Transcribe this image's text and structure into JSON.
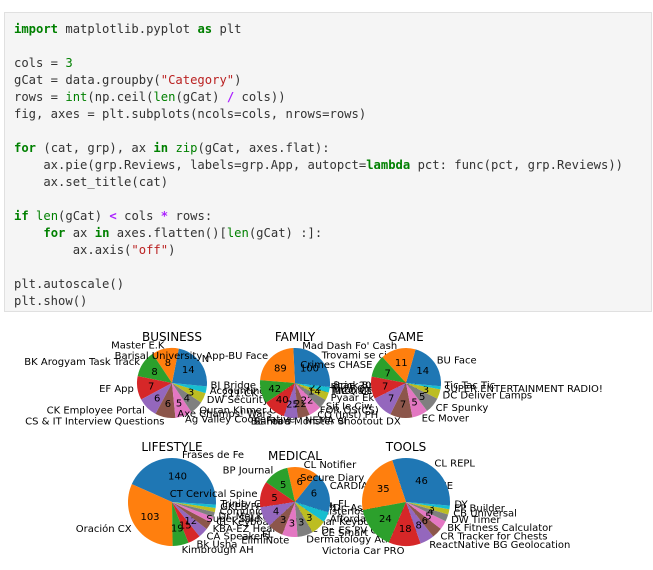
{
  "code_lines": [
    [
      [
        "kw",
        "import"
      ],
      [
        "t",
        " matplotlib.pyplot "
      ],
      [
        "kw",
        "as"
      ],
      [
        "t",
        " plt"
      ]
    ],
    [],
    [
      [
        "t",
        "cols = "
      ],
      [
        "num",
        "3"
      ]
    ],
    [
      [
        "t",
        "gCat = data.groupby("
      ],
      [
        "str",
        "\"Category\""
      ],
      [
        "t",
        ")"
      ]
    ],
    [
      [
        "t",
        "rows = "
      ],
      [
        "bi",
        "int"
      ],
      [
        "t",
        "(np.ceil("
      ],
      [
        "bi",
        "len"
      ],
      [
        "t",
        "(gCat) "
      ],
      [
        "op",
        "/"
      ],
      [
        "t",
        " cols))"
      ]
    ],
    [
      [
        "t",
        "fig, axes = plt.subplots(ncols=cols, nrows=rows)"
      ]
    ],
    [],
    [
      [
        "kw",
        "for"
      ],
      [
        "t",
        " (cat, grp), ax "
      ],
      [
        "kw",
        "in"
      ],
      [
        "t",
        " "
      ],
      [
        "bi",
        "zip"
      ],
      [
        "t",
        "(gCat, axes.flat):"
      ]
    ],
    [
      [
        "t",
        "    ax.pie(grp.Reviews, labels=grp.App, autopct="
      ],
      [
        "kw",
        "lambda"
      ],
      [
        "t",
        " pct: func(pct, grp.Reviews))"
      ]
    ],
    [
      [
        "t",
        "    ax.set_title(cat)"
      ]
    ],
    [],
    [
      [
        "kw",
        "if"
      ],
      [
        "t",
        " "
      ],
      [
        "bi",
        "len"
      ],
      [
        "t",
        "(gCat) "
      ],
      [
        "op",
        "<"
      ],
      [
        "t",
        " cols "
      ],
      [
        "op",
        "*"
      ],
      [
        "t",
        " rows:"
      ]
    ],
    [
      [
        "t",
        "    "
      ],
      [
        "kw",
        "for"
      ],
      [
        "t",
        " ax "
      ],
      [
        "kw",
        "in"
      ],
      [
        "t",
        " axes.flatten()["
      ],
      [
        "bi",
        "len"
      ],
      [
        "t",
        "(gCat) :]:"
      ]
    ],
    [
      [
        "t",
        "        ax.axis("
      ],
      [
        "str",
        "\"off\""
      ],
      [
        "t",
        ")"
      ]
    ],
    [],
    [
      [
        "t",
        "plt.autoscale()"
      ]
    ],
    [
      [
        "t",
        "plt.show()"
      ]
    ]
  ],
  "colors": {
    "c0": "#1f77b4",
    "c1": "#ff7f0e",
    "c2": "#2ca02c",
    "c3": "#d62728",
    "c4": "#9467bd",
    "c5": "#8c564b",
    "c6": "#e377c2",
    "c7": "#7f7f7f",
    "c8": "#bcbd22",
    "c9": "#17becf"
  },
  "chart_data": [
    {
      "type": "pie",
      "title": "BUSINESS",
      "values": [
        14,
        8,
        8,
        7,
        6,
        6,
        5,
        4,
        3,
        2,
        1
      ],
      "value_labels": [
        "14",
        "8",
        "8",
        "7",
        "6",
        "6",
        "5",
        "4",
        "3",
        "",
        ""
      ],
      "labels": [
        {
          "text": "N"
        },
        {
          "text": "Master E.K"
        },
        {
          "text": "BK Arogyam Task Track"
        },
        {
          "text": "EF App"
        },
        {
          "text": "CK Employee Portal"
        },
        {
          "text": "CS & IT Interview Questions"
        },
        {
          "text": "Ag Valley Cooperative"
        },
        {
          "text": "Quran Khmer Offline"
        },
        {
          "text": "DW Security"
        },
        {
          "text": "Accounting Quickbooks Tutorials"
        },
        {
          "text": "BJ Bridge Standard American 2018"
        }
      ]
    },
    {
      "type": "pie",
      "title": "FAMILY",
      "values": [
        100,
        89,
        42,
        40,
        25,
        22,
        22,
        17,
        14,
        10,
        7
      ],
      "value_labels": [
        "100",
        "89",
        "42",
        "40",
        "25",
        "22",
        "22",
        "",
        "14",
        "22",
        ""
      ],
      "labels": [
        {
          "text": "Trovami se ci riesci"
        },
        {
          "text": "Barisal University App-BU Face"
        },
        {
          "text": "211:CK"
        },
        {
          "text": "Axe Champs! Wars"
        },
        {
          "text": "BL Food"
        },
        {
          "text": "NEMA ei"
        },
        {
          "text": "CQ (Inst) PH"
        },
        {
          "text": "Sit Ie Ciw"
        },
        {
          "text": "Pyaar Ek"
        },
        {
          "text": "MCQ CE ET"
        },
        {
          "text": "Brick Breaker BR"
        }
      ]
    },
    {
      "type": "pie",
      "title": "GAME",
      "values": [
        14,
        11,
        7,
        7,
        7,
        7,
        5,
        5,
        3,
        1,
        1
      ],
      "value_labels": [
        "14",
        "11",
        "7",
        "7",
        "7",
        "7",
        "5",
        "5",
        "3",
        "",
        ""
      ],
      "labels": [
        {
          "text": "BU Face"
        },
        {
          "text": "Mad Dash Fo' Cash"
        },
        {
          "text": "Crimes CHASE"
        },
        {
          "text": "Mu.F.O."
        },
        {
          "text": "FOR OS(CS)"
        },
        {
          "text": "Santa's Monster Shootout DX"
        },
        {
          "text": "EC Mover"
        },
        {
          "text": "CF Spunky"
        },
        {
          "text": "DC Deliver Lamps"
        },
        {
          "text": "SUPER ENTERTAINMENT RADIO!"
        },
        {
          "text": "Tic Tac Tic"
        }
      ]
    },
    {
      "type": "pie",
      "title": "LIFESTYLE",
      "values": [
        140,
        103,
        19,
        15,
        12,
        9,
        7,
        6,
        5,
        4,
        3
      ],
      "value_labels": [
        "140",
        "103",
        "19",
        "15",
        "12",
        "",
        "",
        "",
        "",
        "",
        ""
      ],
      "labels": [
        {
          "text": "Frases de Fe"
        },
        {
          "text": "Oración CX"
        },
        {
          "text": "Kimbrough AH"
        },
        {
          "text": "Bk Usha"
        },
        {
          "text": "CA Speakers"
        },
        {
          "text": "KBA-EZ Health Guide"
        },
        {
          "text": "CL Keyboard - Myanmar Keyboard (No Ads)"
        },
        {
          "text": "Dr. Mel Kestrel, BL"
        },
        {
          "text": "Comunidad De Fe Ministerios Cristianos"
        },
        {
          "text": "GKPB FP Online Church"
        },
        {
          "text": "Trinity Church Deltona, FL"
        }
      ]
    },
    {
      "type": "pie",
      "title": "MEDICAL",
      "values": [
        6,
        6,
        5,
        5,
        4,
        3,
        3,
        3,
        3,
        2,
        2
      ],
      "value_labels": [
        "6",
        "6",
        "5",
        "5",
        "4",
        "3",
        "3",
        "3",
        "3",
        "",
        ""
      ],
      "labels": [
        {
          "text": "CARDIAC CT TECHNIQUE"
        },
        {
          "text": "CL Notifier"
        },
        {
          "text": "BP Journal"
        },
        {
          "text": "CT Cervical Spine"
        },
        {
          "text": "Super Sale"
        },
        {
          "text": "FL"
        },
        {
          "text": "ElimiNote"
        },
        {
          "text": "Dermatology Atlas"
        },
        {
          "text": "Dr. ES PV Calculator"
        },
        {
          "text": "Affordable CK"
        },
        {
          "text": "Dr. Ashwini"
        }
      ]
    },
    {
      "type": "pie",
      "title": "TOOLS",
      "values": [
        46,
        35,
        24,
        18,
        8,
        6,
        5,
        4,
        3,
        2,
        2
      ],
      "value_labels": [
        "46",
        "35",
        "24",
        "18",
        "8",
        "6",
        "5",
        "4",
        "3",
        "",
        ""
      ],
      "labels": [
        {
          "text": "CL REPL"
        },
        {
          "text": "Secure Diary"
        },
        {
          "text": "CE Smart"
        },
        {
          "text": "Victoria Car PRO"
        },
        {
          "text": "ReactNative BG Geolocation"
        },
        {
          "text": "CR Tracker for Chests"
        },
        {
          "text": "BK Fitness Calculator"
        },
        {
          "text": "DW Timer"
        },
        {
          "text": "CB Universal"
        },
        {
          "text": "EP Builder"
        },
        {
          "text": "DY"
        }
      ]
    }
  ]
}
